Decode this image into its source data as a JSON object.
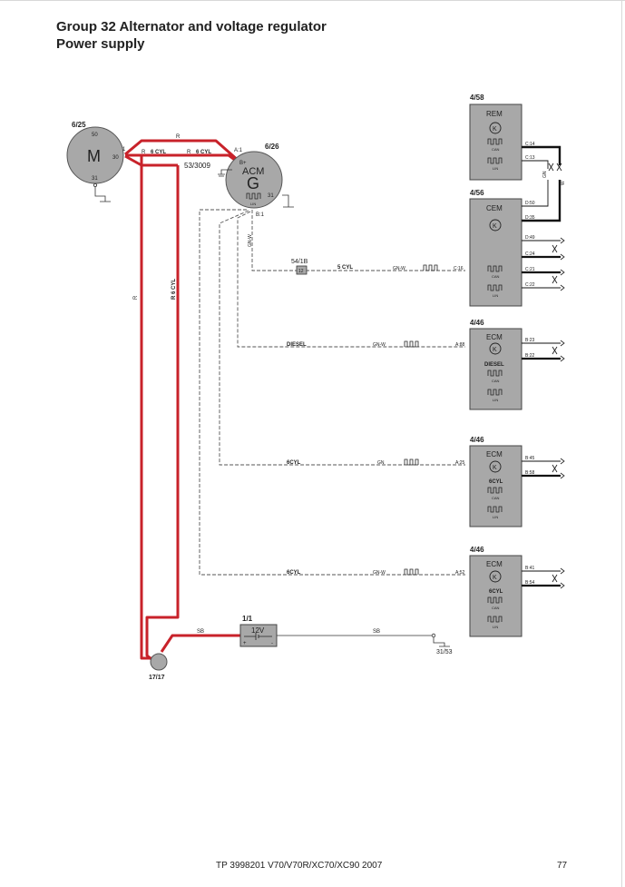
{
  "header": {
    "title_line1": "Group 32 Alternator and voltage regulator",
    "title_line2": "Power supply"
  },
  "footer": {
    "doc": "TP 3998201 V70/V70R/XC70/XC90 2007",
    "page": "77"
  },
  "colors": {
    "power_wire": "#c8222a",
    "module_fill": "#a8a8a8",
    "line": "#333333"
  },
  "components": {
    "starter": {
      "id": "6/25",
      "letter": "M",
      "pin_top": "50",
      "pin_right": "30",
      "pin_bottom": "31",
      "pin_out": "1"
    },
    "alternator": {
      "id": "6/26",
      "name": "ACM",
      "letter": "G",
      "pin_a1": "A:1",
      "pin_bplus": "B+",
      "pin_31": "31",
      "pin_b1": "B:1",
      "lin_label": "LIN"
    },
    "splice": {
      "id": "53/3009"
    },
    "connector": {
      "id": "54/1B",
      "number": "12"
    },
    "battery": {
      "id": "1/1",
      "voltage": "12V",
      "plus": "+",
      "minus": "-"
    },
    "ground_bolt": {
      "id": "17/17"
    },
    "ground_point": {
      "id": "31/53"
    }
  },
  "wires": {
    "r_top": "R",
    "r_6cyl_left": "R",
    "r_6cyl_left_cyl": "6 CYL",
    "r_6cyl_right": "R",
    "r_6cyl_right_cyl": "6 CYL",
    "r_vertical": "R",
    "r_6cyl_vertical": "R  6 CYL",
    "sb_left": "SB",
    "sb_right": "SB",
    "gn_w_vertical": "GN-W",
    "row_cem_cyl": "5 CYL",
    "row_cem_color": "GN-W",
    "row_cem_pin": "C:16",
    "row_diesel_label": "DIESEL",
    "row_diesel_color": "GN-W",
    "row_diesel_pin": "A:88",
    "row_6cyl_label": "6CYL",
    "row_6cyl_color": "GN",
    "row_6cyl_pin": "A:25",
    "row_6cyl2_label": "6CYL",
    "row_6cyl2_color": "GN-W",
    "row_6cyl2_pin": "A:52",
    "can_gn": "GN",
    "can_w": "W"
  },
  "modules": [
    {
      "id": "4/58",
      "name": "REM",
      "variant": "",
      "pins": [
        "C:14",
        "C:13"
      ],
      "signals": [
        "CAN",
        "LIN"
      ]
    },
    {
      "id": "4/56",
      "name": "CEM",
      "variant": "",
      "pins": [
        "D:50",
        "D:35",
        "D:49",
        "C:24",
        "C:21",
        "C:22"
      ],
      "signals": [
        "CAN",
        "LIN"
      ]
    },
    {
      "id": "4/46",
      "name": "ECM",
      "variant": "DIESEL",
      "pins": [
        "B:23",
        "B:22"
      ],
      "signals": [
        "CAN",
        "LIN"
      ]
    },
    {
      "id": "4/46",
      "name": "ECM",
      "variant": "6CYL",
      "pins": [
        "B:45",
        "B:58"
      ],
      "signals": [
        "CAN",
        "LIN"
      ]
    },
    {
      "id": "4/46",
      "name": "ECM",
      "variant": "6CYL",
      "pins": [
        "B:41",
        "B:54"
      ],
      "signals": [
        "CAN",
        "LIN"
      ]
    }
  ]
}
